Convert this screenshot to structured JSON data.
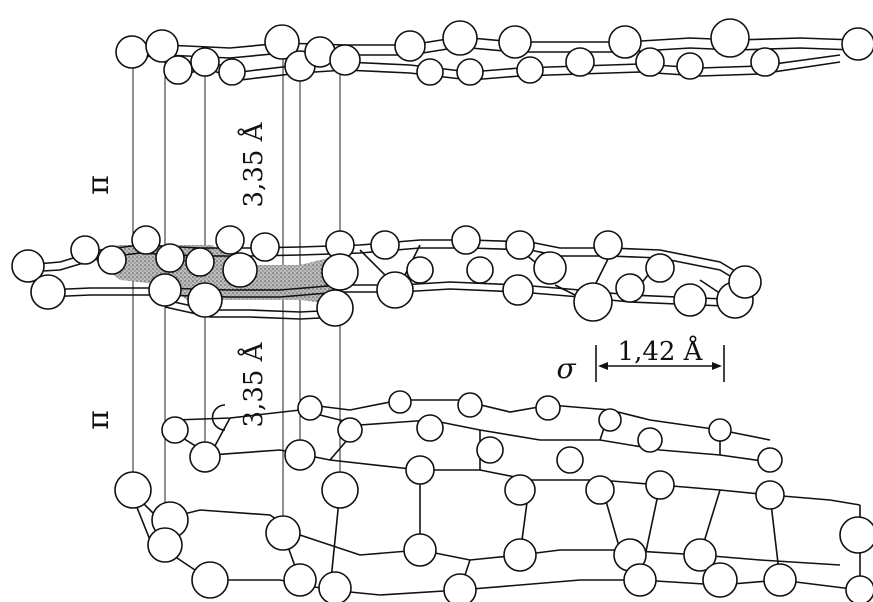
{
  "labels": {
    "pi_upper": "π",
    "pi_lower": "π",
    "interlayer_upper": "3,35 Å",
    "interlayer_lower": "3,35 Å",
    "sigma": "σ",
    "bond_length": "1,42 Å"
  }
}
